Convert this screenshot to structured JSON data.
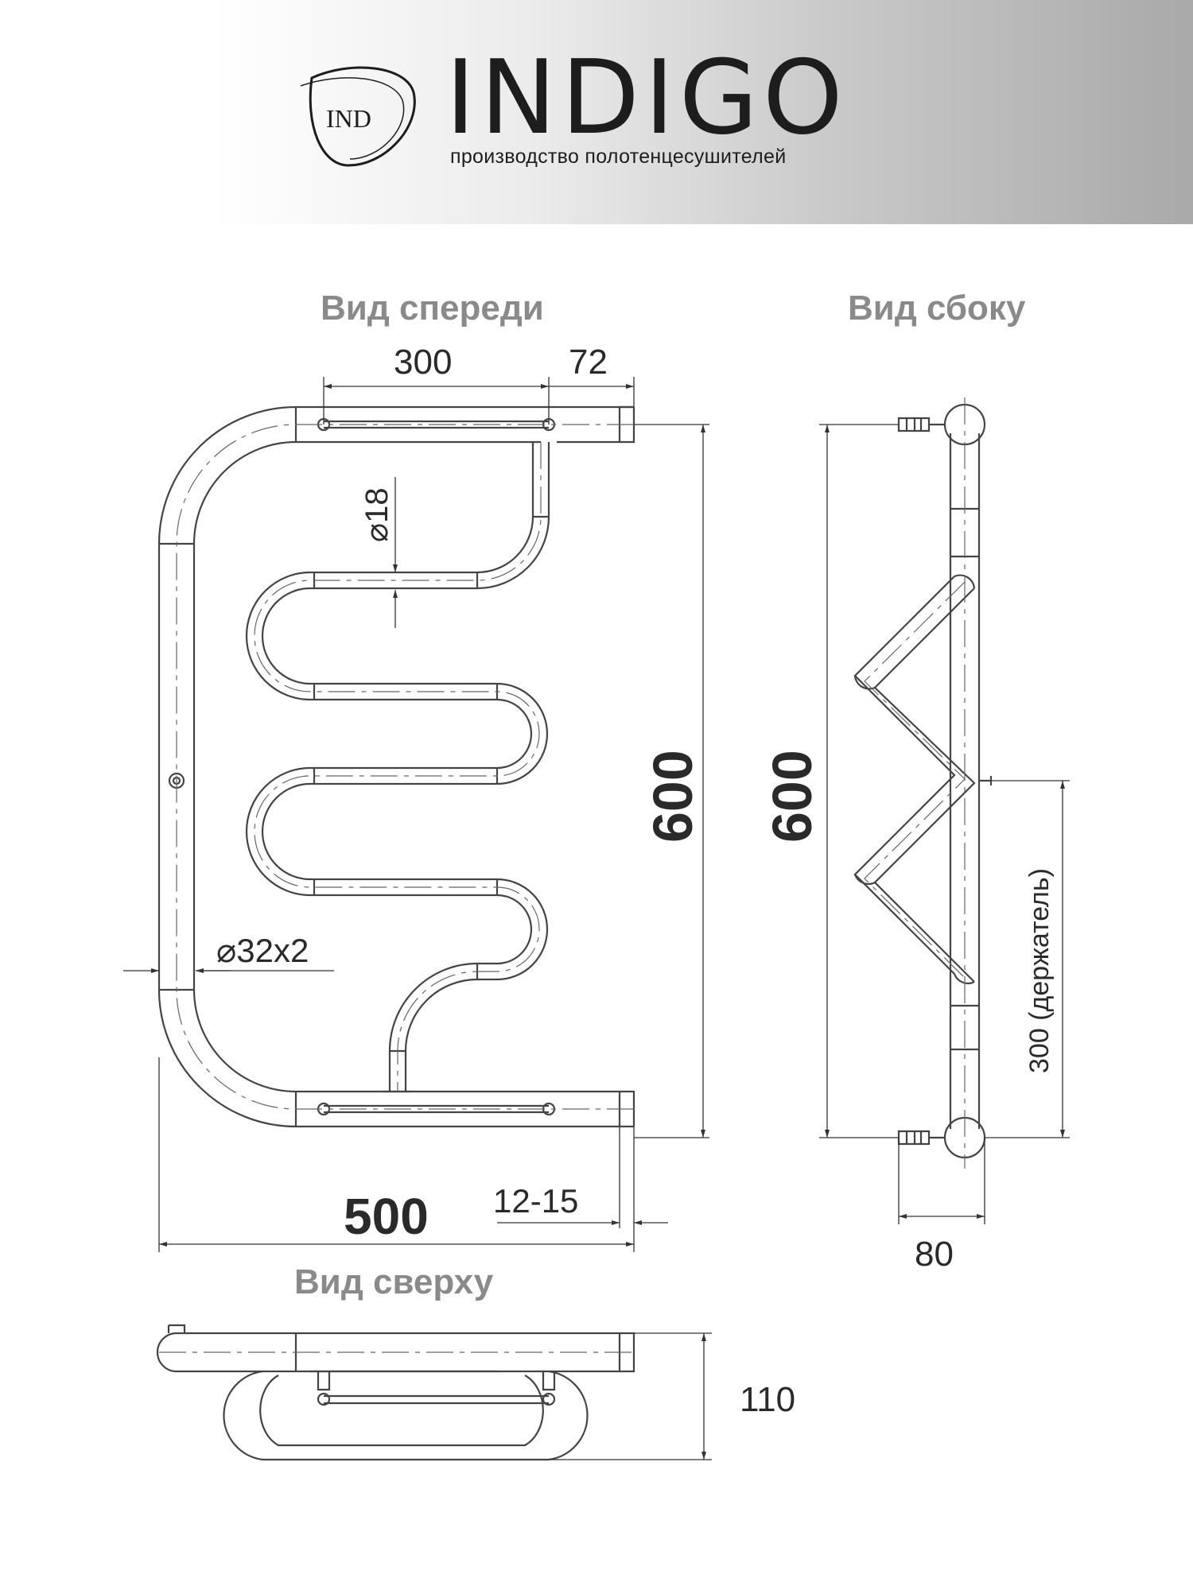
{
  "brand": {
    "emblem_text": "IND",
    "name": "INDIGO",
    "tagline": "производство полотенцесушителей"
  },
  "views": {
    "front": "Вид спереди",
    "side": "Вид сбоку",
    "top": "Вид сверху"
  },
  "dimensions": {
    "mount_spacing": "300",
    "mount_offset": "72",
    "pipe_small": "⌀18",
    "pipe_main": "⌀32x2",
    "height_front": "600",
    "height_side": "600",
    "width": "500",
    "wall_gap": "12-15",
    "holder": "300 (держатель)",
    "side_depth": "80",
    "top_depth": "110"
  }
}
